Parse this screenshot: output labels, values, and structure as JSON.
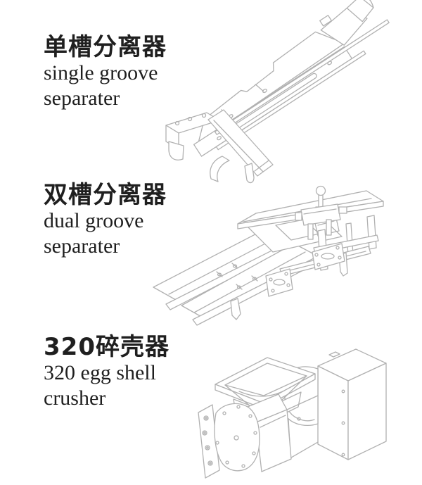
{
  "page": {
    "background_color": "#ffffff",
    "drawing_line_color": "#b1b1b1",
    "text_color": "#1f1f1f"
  },
  "products": [
    {
      "name_zh": "单槽分离器",
      "name_en_line1": "single groove",
      "name_en_line2": "separater"
    },
    {
      "name_zh": "双槽分离器",
      "name_en_line1": "dual groove",
      "name_en_line2": "separater"
    },
    {
      "name_zh": "320碎壳器",
      "name_en_line1": "320 egg shell",
      "name_en_line2": "crusher"
    }
  ]
}
